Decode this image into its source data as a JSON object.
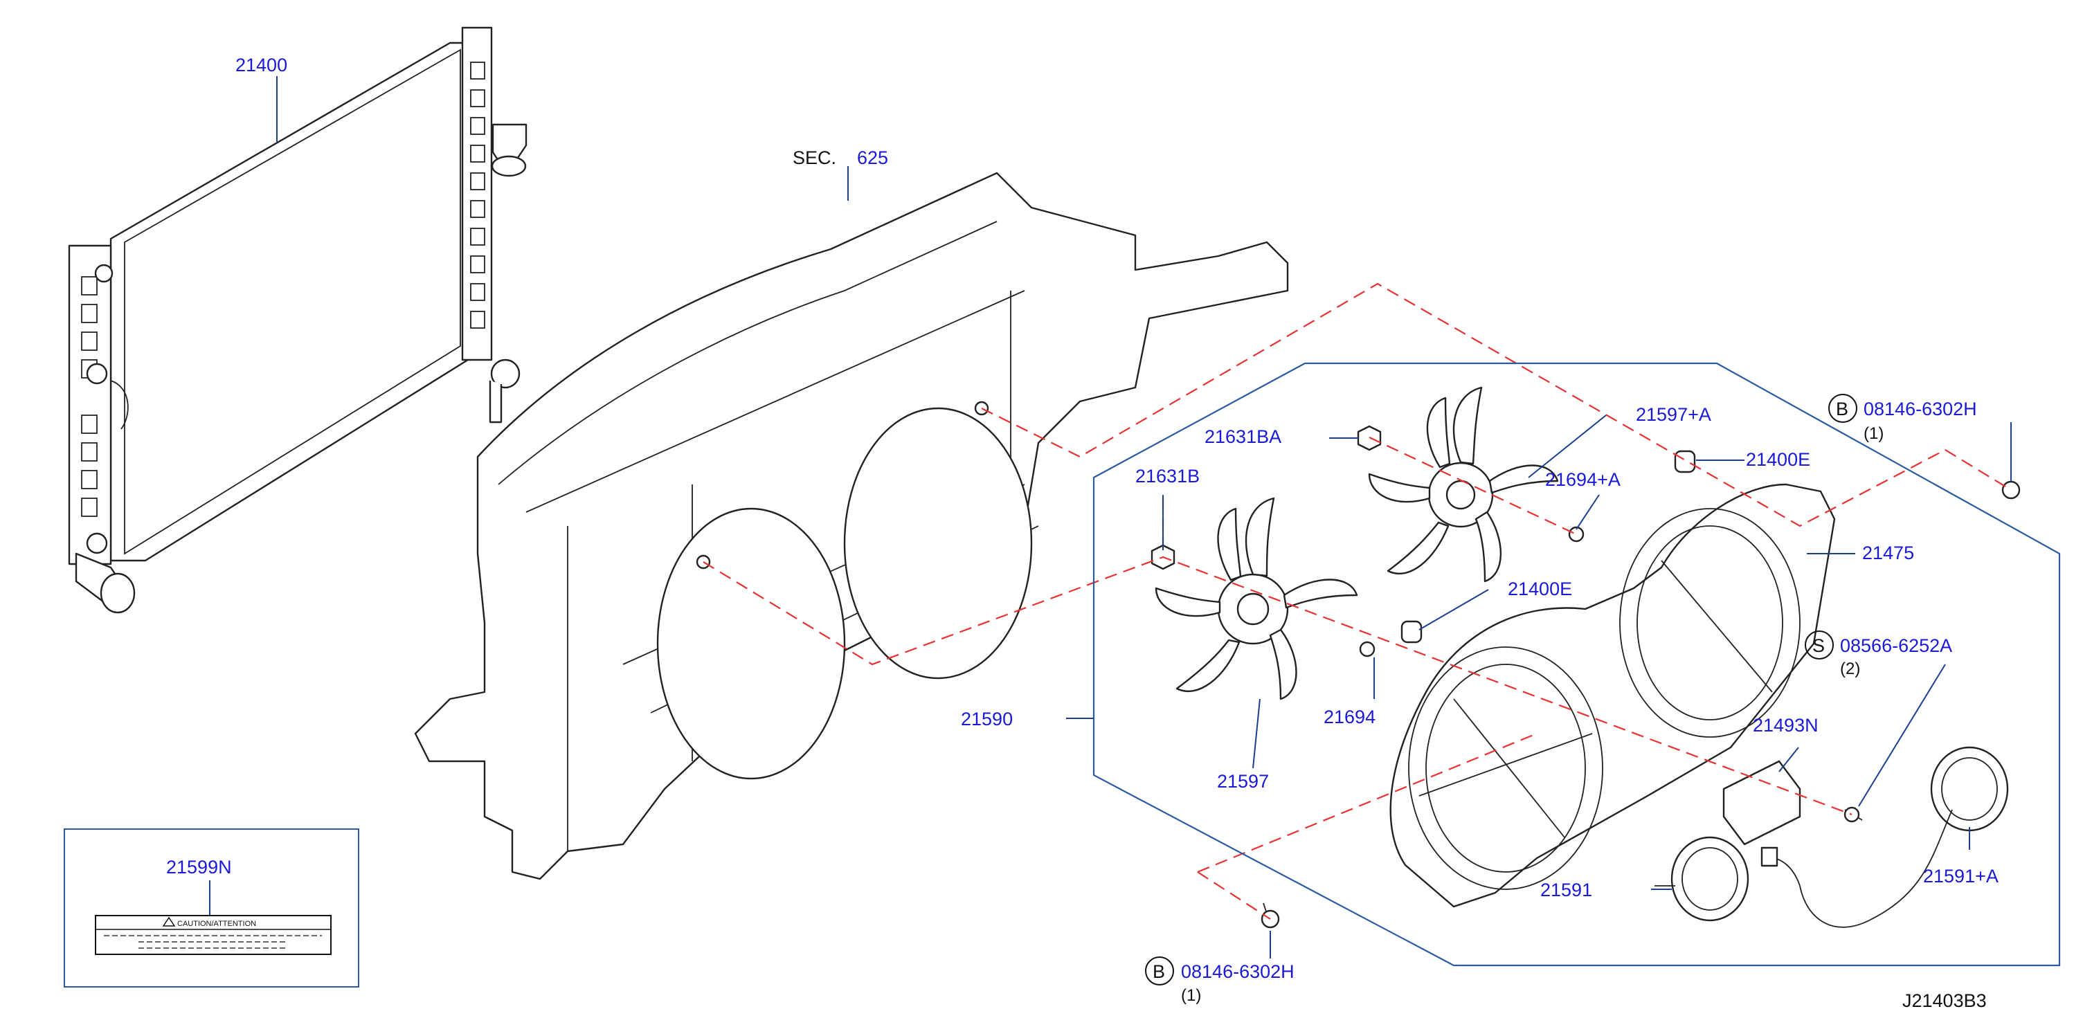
{
  "parts": {
    "p21400": "21400",
    "sec_prefix": "SEC.",
    "sec_num": "625",
    "p21631BA": "21631BA",
    "p21597A": "21597+A",
    "p21400E_top": "21400E",
    "p21631B": "21631B",
    "p21694A": "21694+A",
    "p21475": "21475",
    "p21400E_mid": "21400E",
    "p21590": "21590",
    "p21694": "21694",
    "p21597": "21597",
    "p21493N": "21493N",
    "p21591": "21591",
    "p21591A": "21591+A",
    "p21599N": "21599N"
  },
  "fasteners": {
    "bolt_top": {
      "symbol": "B",
      "number": "08146-6302H",
      "qty": "(1)"
    },
    "screw": {
      "symbol": "S",
      "number": "08566-6252A",
      "qty": "(2)"
    },
    "bolt_bottom": {
      "symbol": "B",
      "number": "08146-6302H",
      "qty": "(1)"
    }
  },
  "label": {
    "caution_text": "CAUTION/ATTENTION"
  },
  "diagram_id": "J21403B3",
  "colors": {
    "callout": "#1a1ad6",
    "dashed_line": "#e63232",
    "frame_line": "#2c5aa0"
  }
}
